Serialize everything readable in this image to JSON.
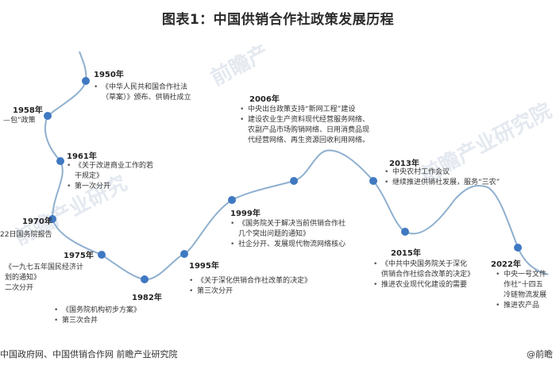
{
  "title": "图表1：中国供销合作社政策发展历程",
  "source": "中国政府网、中国供销合作网 前瞻产业研究院",
  "brand": "@前瞻",
  "watermarks": [
    "前瞻产",
    "前瞻产业研究院",
    "前瞻产业研究"
  ],
  "colors": {
    "line": "#8fb0cf",
    "dot": "#3f79c2"
  },
  "events": [
    {
      "year": "1950年",
      "items": [
        "《中华人民共和国合作社法",
        "（草案）》颁布、供销社成立"
      ]
    },
    {
      "year": "1958年",
      "items": [
        "—包”政策"
      ]
    },
    {
      "year": "1961年",
      "items": [
        "《关于改进商业工作的若",
        "干规定》",
        "第一次分开"
      ]
    },
    {
      "year": "1970年",
      "items": [
        "22日国务院报告"
      ]
    },
    {
      "year": "1975年",
      "items": [
        "《一九七五年国民经济计",
        "划的通知》",
        "二次分开"
      ]
    },
    {
      "year": "1982年",
      "items": [
        "《国务院机构初步方案》",
        "第三次合并"
      ]
    },
    {
      "year": "1995年",
      "items": [
        "《关于深化供销合作社改革的决定》",
        "第三次分开"
      ]
    },
    {
      "year": "1999年",
      "items": [
        "《国务院关于解决当前供销合作社",
        "几个突出问题的通知》",
        "社企分开、发展现代物流网络核心"
      ]
    },
    {
      "year": "2006年",
      "items": [
        "中央出台政策支持“新网工程”建设",
        "建设农业生产资料现代经营服务网络、",
        "农副产品市场购销网络、日用消费品现",
        "代经营网络、再生资源回收利用网络。"
      ]
    },
    {
      "year": "2013年",
      "items": [
        "中央农村工作会议",
        "继续推进供销社发展，服务“三农”"
      ]
    },
    {
      "year": "2015年",
      "items": [
        "《中共中央国务院关于深化",
        "供销合作社综合改革的决定》",
        "推进农业现代化建设的需要"
      ]
    },
    {
      "year": "2022年",
      "items": [
        "中央一号文件",
        "作社“十四五",
        "冷链物流发展",
        "推进农产品"
      ]
    }
  ]
}
